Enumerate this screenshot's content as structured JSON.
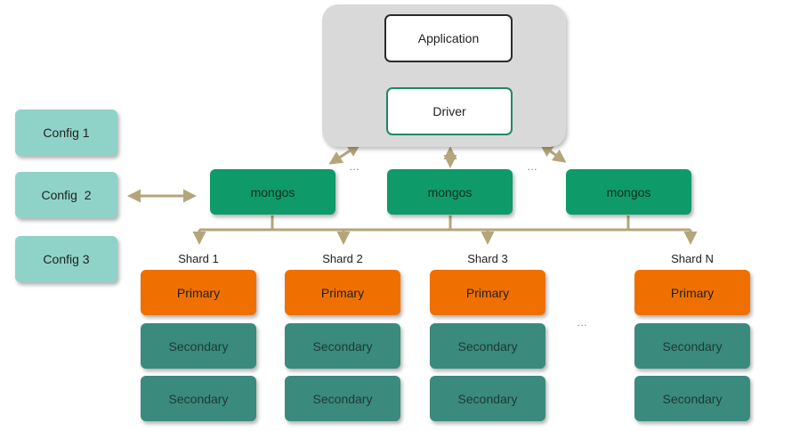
{
  "application": {
    "label": "Application"
  },
  "driver": {
    "label": "Driver"
  },
  "configs": [
    {
      "label": "Config 1"
    },
    {
      "label": "Config  2"
    },
    {
      "label": "Config 3"
    }
  ],
  "mongos": [
    {
      "label": "mongos"
    },
    {
      "label": "mongos"
    },
    {
      "label": "mongos"
    }
  ],
  "shards": [
    {
      "name": "Shard 1",
      "primary": "Primary",
      "secondaries": [
        "Secondary",
        "Secondary"
      ]
    },
    {
      "name": "Shard 2",
      "primary": "Primary",
      "secondaries": [
        "Secondary",
        "Secondary"
      ]
    },
    {
      "name": "Shard 3",
      "primary": "Primary",
      "secondaries": [
        "Secondary",
        "Secondary"
      ]
    },
    {
      "name": "Shard N",
      "primary": "Primary",
      "secondaries": [
        "Secondary",
        "Secondary"
      ]
    }
  ],
  "ellipsis": "…",
  "colors": {
    "connector": "#b3a67a",
    "config": "#8fd3c8",
    "mongos": "#0f9a6a",
    "primary": "#ef7000",
    "secondary": "#3a8a7d",
    "driver_border": "#1d8a63"
  }
}
